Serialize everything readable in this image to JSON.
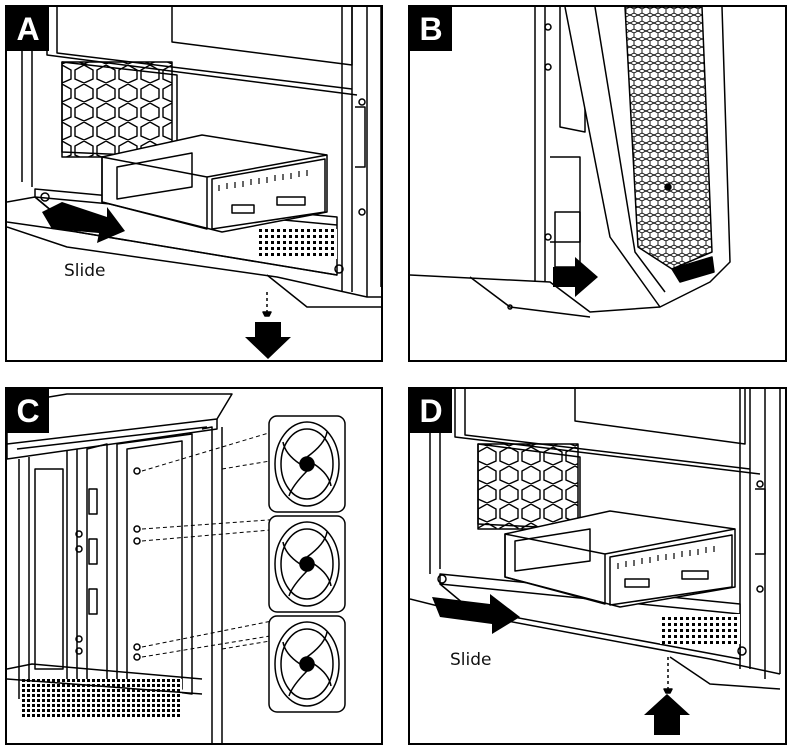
{
  "panels": [
    {
      "id": "A",
      "label": "A",
      "caption": "Slide"
    },
    {
      "id": "B",
      "label": "B"
    },
    {
      "id": "C",
      "label": "C"
    },
    {
      "id": "D",
      "label": "D",
      "caption": "Slide"
    }
  ]
}
